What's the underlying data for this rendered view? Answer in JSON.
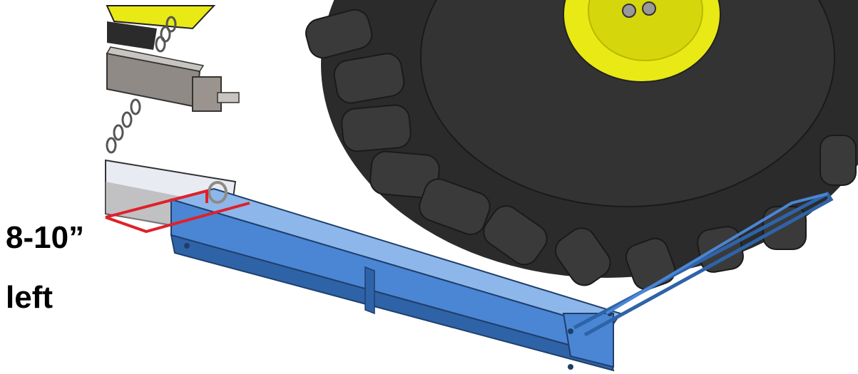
{
  "annotation": {
    "line1": "8-10”",
    "line2": "left"
  },
  "colors": {
    "background": "#ffffff",
    "tire": "#2b2b2b",
    "tire_highlight": "#4a4a4a",
    "rim": "#e9e915",
    "rim_dark": "#b8b800",
    "bracket": "#4a86d4",
    "bracket_dark": "#2f63a8",
    "bracket_light": "#8db7ea",
    "marker": "#e0202a",
    "metal": "#8f8a85",
    "metal_light": "#c8c4c0",
    "frame": "#e8ecf2",
    "text": "#000000"
  },
  "icons": [
    "tire",
    "wheel-rim",
    "tow-bar-hitch",
    "chain",
    "blue-tray-bracket",
    "red-measurement-outline"
  ]
}
